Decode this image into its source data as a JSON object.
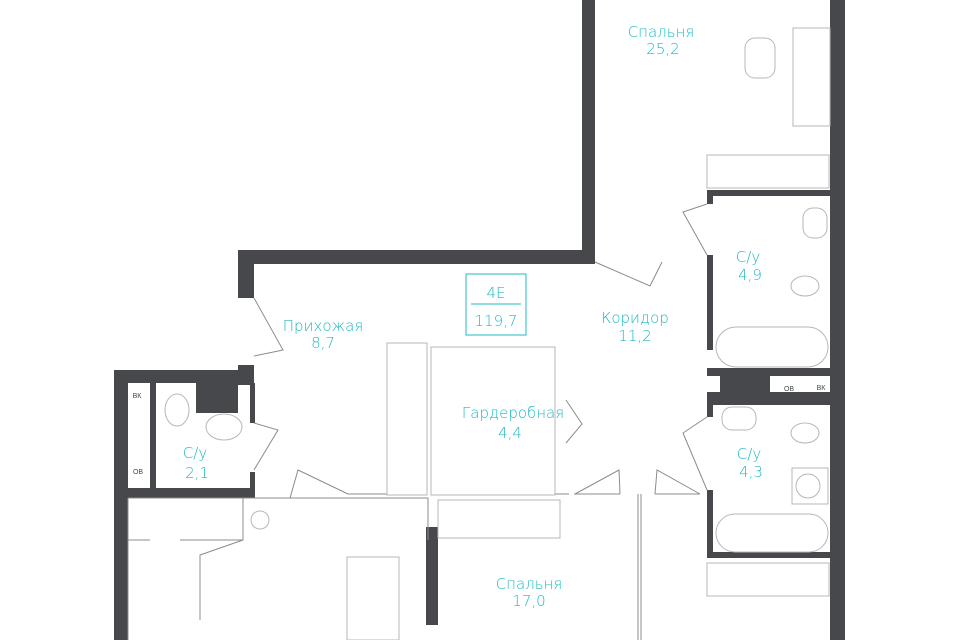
{
  "apartment": {
    "type": "4E",
    "total_area": "119,7"
  },
  "rooms": [
    {
      "name": "Спальня",
      "area": "25,2"
    },
    {
      "name": "Коридор",
      "area": "11,2"
    },
    {
      "name": "С/у",
      "area": "4,9"
    },
    {
      "name": "С/у",
      "area": "4,3"
    },
    {
      "name": "Прихожая",
      "area": "8,7"
    },
    {
      "name": "Гардеробная",
      "area": "4,4"
    },
    {
      "name": "С/у",
      "area": "2,1"
    },
    {
      "name": "Спальня",
      "area": "17,0"
    }
  ],
  "shaft_tags": {
    "vk": "ВК",
    "ov": "ОВ"
  },
  "colors": {
    "wall": "#46484c",
    "label": "#1fb9c3"
  }
}
